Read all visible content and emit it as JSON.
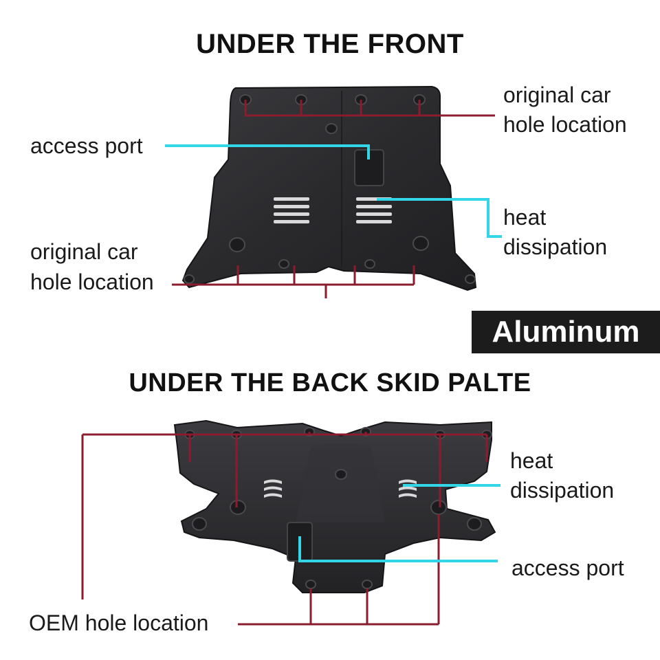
{
  "front": {
    "title": "UNDER THE FRONT",
    "labels": {
      "top_right_line1": "original car",
      "top_right_line2": "hole location",
      "access_port": "access port",
      "heat_line1": "heat",
      "heat_line2": "dissipation",
      "bottom_left_line1": "original car",
      "bottom_left_line2": "hole location"
    }
  },
  "badge": "Aluminum",
  "back": {
    "title": "UNDER THE BACK SKID PALTE",
    "labels": {
      "heat_line1": "heat",
      "heat_line2": "dissipation",
      "access_port": "access port",
      "oem": "OEM hole location"
    }
  },
  "colors": {
    "callout_red": "#8a1c2e",
    "callout_cyan": "#33d6e6",
    "plate": "#2b2b2e",
    "badge_bg": "#1c1c1c"
  },
  "icons": {
    "front_plate": "skid-plate-front",
    "back_plate": "skid-plate-back"
  }
}
